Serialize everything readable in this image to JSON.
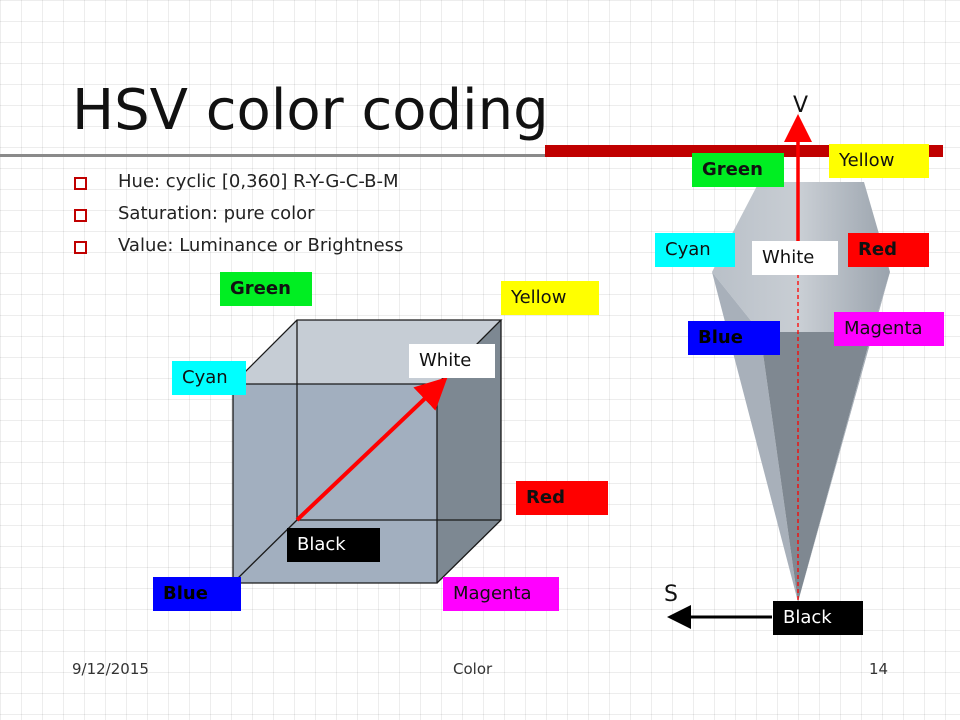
{
  "title": "HSV color coding",
  "bullets": [
    "Hue: cyclic [0,360] R-Y-G-C-B-M",
    "Saturation: pure color",
    "Value: Luminance or Brightness"
  ],
  "cube_labels": {
    "green": "Green",
    "yellow": "Yellow",
    "cyan": "Cyan",
    "white": "White",
    "red": "Red",
    "black": "Black",
    "blue": "Blue",
    "magenta": "Magenta"
  },
  "cone_labels": {
    "green": "Green",
    "yellow": "Yellow",
    "cyan": "Cyan",
    "white": "White",
    "red": "Red",
    "blue": "Blue",
    "magenta": "Magenta",
    "black": "Black"
  },
  "axes": {
    "v": "V",
    "s": "S"
  },
  "footer": {
    "date": "9/12/2015",
    "center": "Color",
    "page": "14"
  },
  "colors": {
    "green": "#00ee22",
    "yellow": "#ffff00",
    "cyan": "#00ffff",
    "white": "#ffffff",
    "red": "#ff0000",
    "black": "#000000",
    "blue": "#0000ff",
    "magenta": "#ff00ff",
    "accent_red": "#c00000",
    "arrow_red": "#ff0000"
  }
}
